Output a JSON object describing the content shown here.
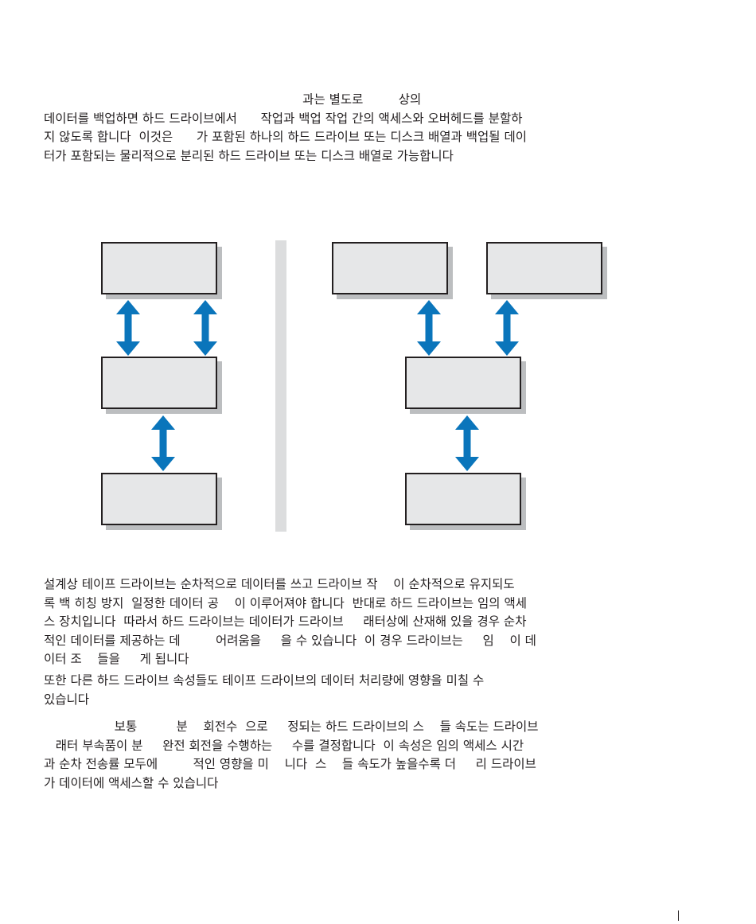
{
  "intro": {
    "lines": [
      "                                                                  과는 별도로         상의",
      "데이터를 백업하면 하드 드라이브에서      작업과 백업 작업 간의 액세스와 오버헤드를 분할하",
      "지 않도록 합니다  이것은      가 포함된 하나의 하드 드라이브 또는 디스크 배열과 백업될 데이",
      "터가 포함되는 물리적으로 분리된 하드 드라이브 또는 디스크 배열로 가능합니다"
    ]
  },
  "diagram": {
    "left_boxes": [
      "",
      "",
      ""
    ],
    "right_boxes": [
      "",
      "",
      "",
      ""
    ],
    "colors": {
      "arrow": "#0a75bb",
      "box_fill": "#e6e7e8",
      "box_shadow": "#bcbec0",
      "divider": "#dcddde"
    }
  },
  "body1": {
    "lines": [
      "설계상 테이프 드라이브는 순차적으로 데이터를 쓰고 드라이브 작    이 순차적으로 유지되도",
      "록 백 히칭 방지  일정한 데이터 공    이 이루어져야 합니다  반대로 하드 드라이브는 임의 액세",
      "스 장치입니다  따라서 하드 드라이브는 데이터가 드라이브     래터상에 산재해 있을 경우 순차",
      "적인 데이터를 제공하는 데         어려움을     을 수 있습니다  이 경우 드라이브는     임    이 데",
      "이터 조    들을     게 됩니다"
    ]
  },
  "body2": {
    "lines": [
      "또한 다른 하드 드라이브 속성들도 테이프 드라이브의 데이터 처리량에 영향을 미칠 수",
      "있습니다"
    ]
  },
  "body3": {
    "lines": [
      "                  보통          분    회전수  으로     정되는 하드 드라이브의 스    들 속도는 드라이브",
      "   래터 부속품이 분     완전 회전을 수행하는     수를 결정합니다  이 속성은 임의 액세스 시간",
      "과 순차 전송률 모두에         적인 영향을 미    니다  스    들 속도가 높을수록 더     리 드라이브",
      "가 데이터에 액세스할 수 있습니다"
    ]
  }
}
